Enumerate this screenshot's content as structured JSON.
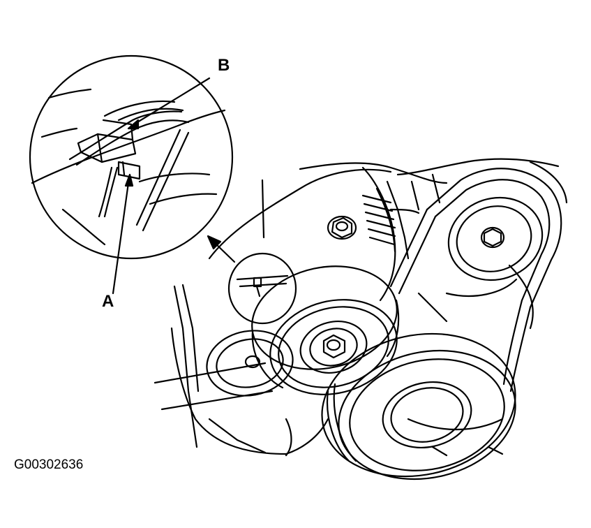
{
  "callouts": {
    "a": "A",
    "b": "B"
  },
  "figure_id": "G00302636",
  "colors": {
    "ink": "#000000",
    "paper": "#ffffff"
  }
}
